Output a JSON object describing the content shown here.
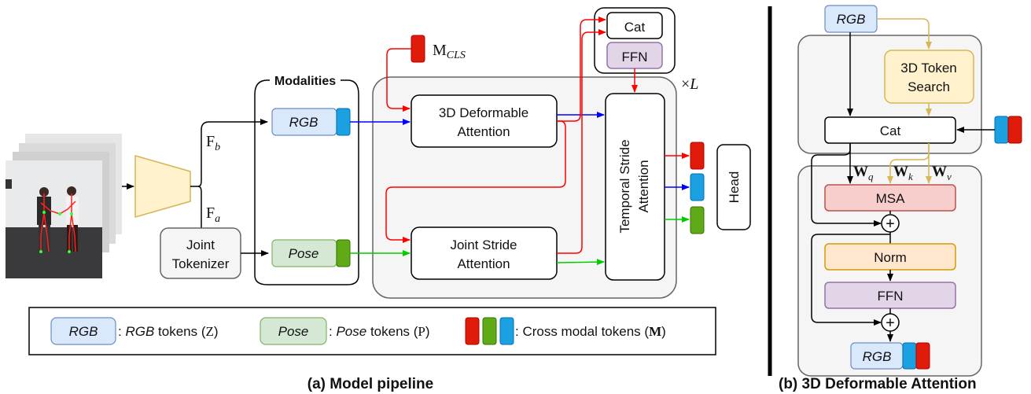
{
  "figure": {
    "panel_a": {
      "caption": "(a) Model pipeline",
      "input_frames": "video-frames-with-skeletons",
      "backbone_label": "",
      "feature_b": "F",
      "feature_b_sub": "b",
      "feature_a": "F",
      "feature_a_sub": "a",
      "joint_tokenizer": [
        "Joint",
        "Tokenizer"
      ],
      "modalities_title": "Modalities",
      "rgb_label": "RGB",
      "pose_label": "Pose",
      "mcls_label": "M",
      "mcls_sub": "CLS",
      "repeat_label": "×",
      "repeat_var": "L",
      "deformable_attention": [
        "3D Deformable",
        "Attention"
      ],
      "joint_stride_attention": [
        "Joint Stride",
        "Attention"
      ],
      "temporal_stride_attention": [
        "Temporal Stride",
        "Attention"
      ],
      "cat_label": "Cat",
      "ffn_label": "FFN",
      "head_label": "Head",
      "legend": {
        "rgb_chip": "RGB",
        "rgb_desc_ital": "RGB",
        "rgb_desc_rest": " tokens (",
        "rgb_symbol": "Z",
        "rgb_close": ")",
        "pose_chip": "Pose",
        "pose_desc_ital": "Pose",
        "pose_desc_rest": " tokens (",
        "pose_symbol": "P",
        "pose_close": ")",
        "cross_desc": ": Cross modal tokens (",
        "cross_symbol": "M",
        "cross_close": ")",
        "colon": ":"
      }
    },
    "panel_b": {
      "caption": "(b) 3D Deformable Attention",
      "rgb_in": "RGB",
      "token_search": [
        "3D Token",
        "Search"
      ],
      "cat_label": "Cat",
      "wq": "W",
      "wq_sub": "q",
      "wk": "W",
      "wk_sub": "k",
      "wv": "W",
      "wv_sub": "v",
      "msa_label": "MSA",
      "norm_label": "Norm",
      "ffn_label": "FFN",
      "rgb_out": "RGB",
      "plus": "+"
    },
    "colors": {
      "red_token": "#e01b0a",
      "blue_token": "#1ba1e2",
      "green_token": "#60a917",
      "rgb_fill": "#dae8fc",
      "rgb_stroke": "#6c8ebf",
      "pose_fill": "#d5e8d4",
      "pose_stroke": "#82b366",
      "ffn_fill": "#e1d5e7",
      "ffn_stroke": "#9673a6",
      "search_fill": "#fff2cc",
      "search_stroke": "#d6b656",
      "msa_fill": "#f8cecc",
      "msa_stroke": "#b85450",
      "norm_fill": "#ffe6cc",
      "norm_stroke": "#d79b00",
      "group_fill": "#f5f5f5",
      "red_arrow": "#ff0000",
      "blue_arrow": "#0000ff",
      "green_arrow": "#00cc00",
      "gold_arrow": "#d6b656"
    }
  }
}
